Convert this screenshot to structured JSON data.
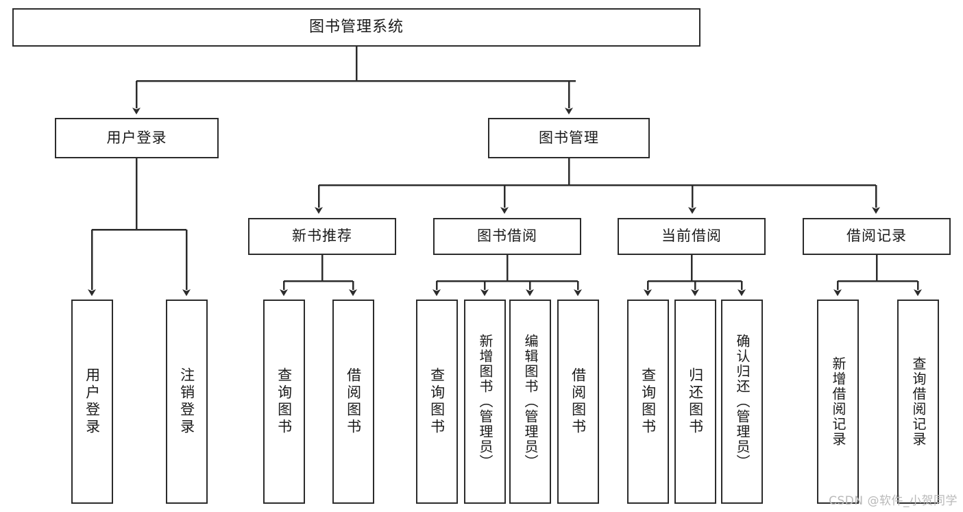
{
  "diagram": {
    "title": "图书管理系统",
    "type": "tree",
    "colors": {
      "node_border": "#2b2b2b",
      "node_fill": "#ffffff",
      "edge": "#2b2b2b",
      "text": "#1a1a1a",
      "watermark": "#b9b9b9"
    },
    "root": {
      "label": "图书管理系统"
    },
    "level2": [
      {
        "label": "用户登录"
      },
      {
        "label": "图书管理"
      }
    ],
    "level3": [
      {
        "label": "新书推荐"
      },
      {
        "label": "图书借阅"
      },
      {
        "label": "当前借阅"
      },
      {
        "label": "借阅记录"
      }
    ],
    "leaves": {
      "user_login": [
        {
          "label": "用户登录"
        },
        {
          "label": "注销登录"
        }
      ],
      "new_book_recommend": [
        {
          "label": "查询图书"
        },
        {
          "label": "借阅图书"
        }
      ],
      "book_borrow": [
        {
          "label": "查询图书"
        },
        {
          "label": "新增图书（管理员）"
        },
        {
          "label": "编辑图书（管理员）"
        },
        {
          "label": "借阅图书"
        }
      ],
      "current_borrow": [
        {
          "label": "查询图书"
        },
        {
          "label": "归还图书"
        },
        {
          "label": "确认归还（管理员）"
        }
      ],
      "borrow_record": [
        {
          "label": "新增借阅记录"
        },
        {
          "label": "查询借阅记录"
        }
      ]
    }
  },
  "watermark": {
    "text": "CSDN @软件_小贺同学"
  }
}
